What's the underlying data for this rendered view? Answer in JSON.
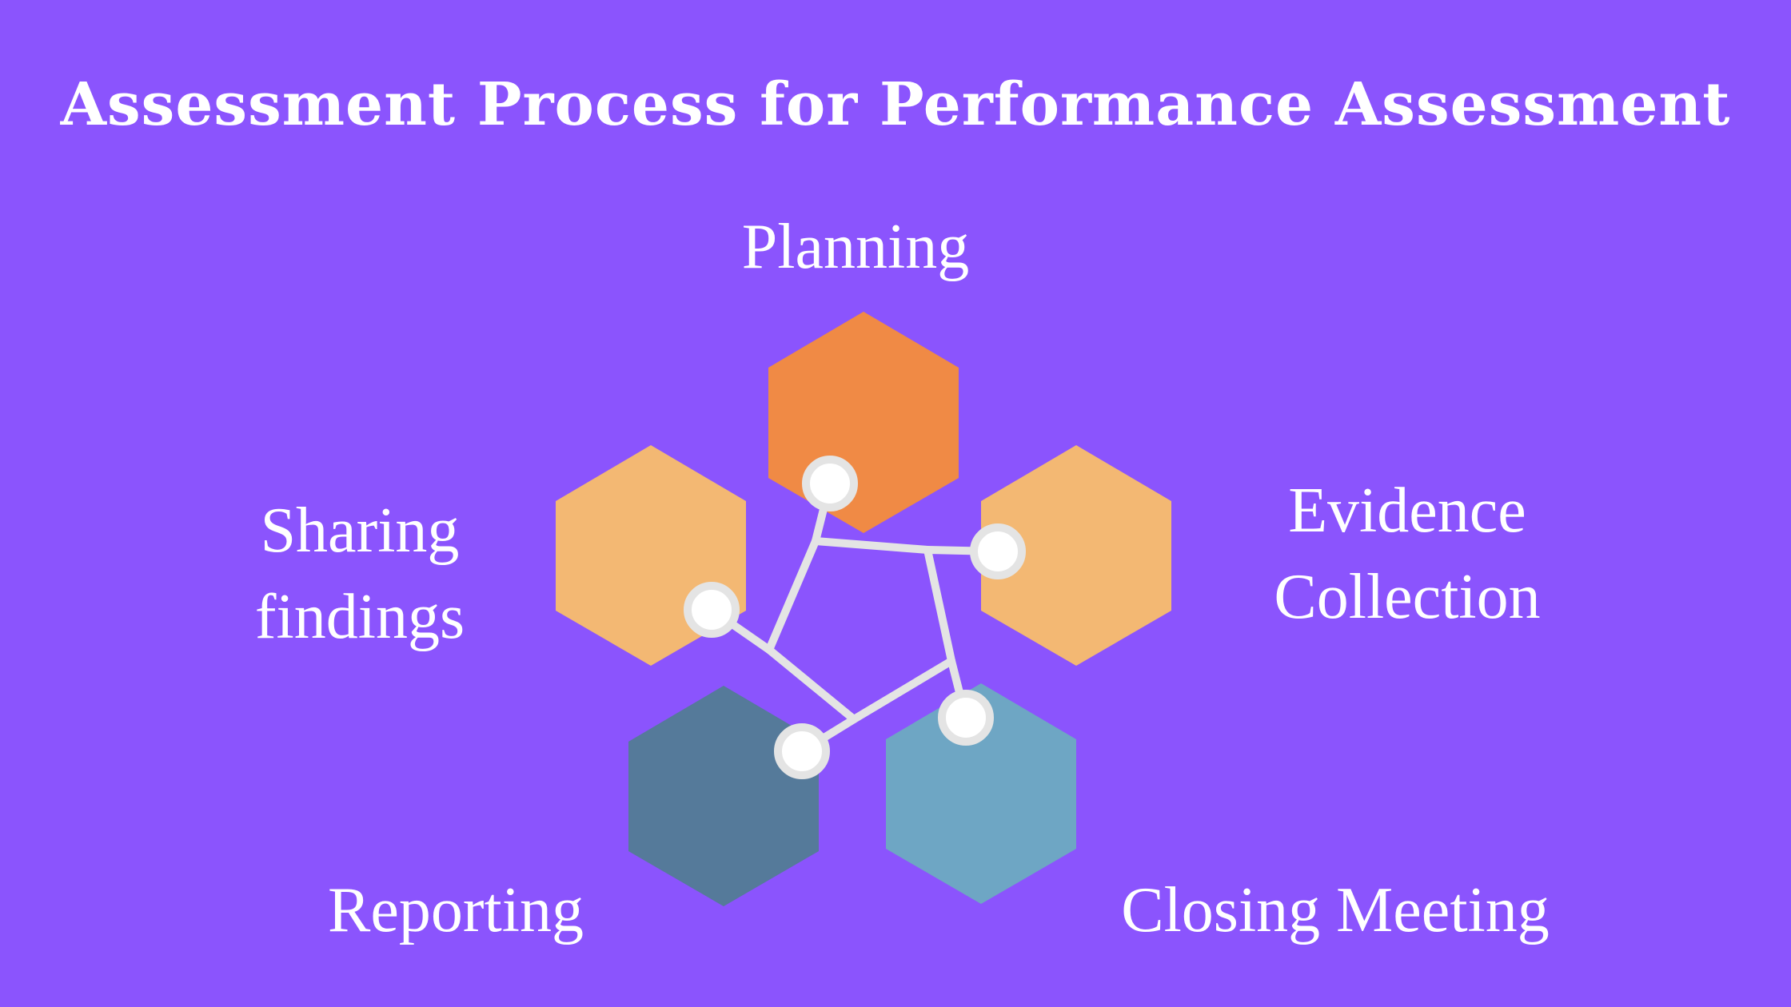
{
  "title": "Assessment Process for Performance Assessment",
  "steps": [
    {
      "label_lines": [
        "Planning"
      ],
      "color": "#f08a45"
    },
    {
      "label_lines": [
        "Evidence",
        "Collection"
      ],
      "color": "#f3b873"
    },
    {
      "label_lines": [
        "Closing Meeting"
      ],
      "color": "#6ea6c4"
    },
    {
      "label_lines": [
        "Reporting"
      ],
      "color": "#557a9a"
    },
    {
      "label_lines": [
        "Sharing",
        "findings"
      ],
      "color": "#f3b873"
    }
  ],
  "connector_color": "#e4e4e4",
  "node_fill": "#ffffff"
}
